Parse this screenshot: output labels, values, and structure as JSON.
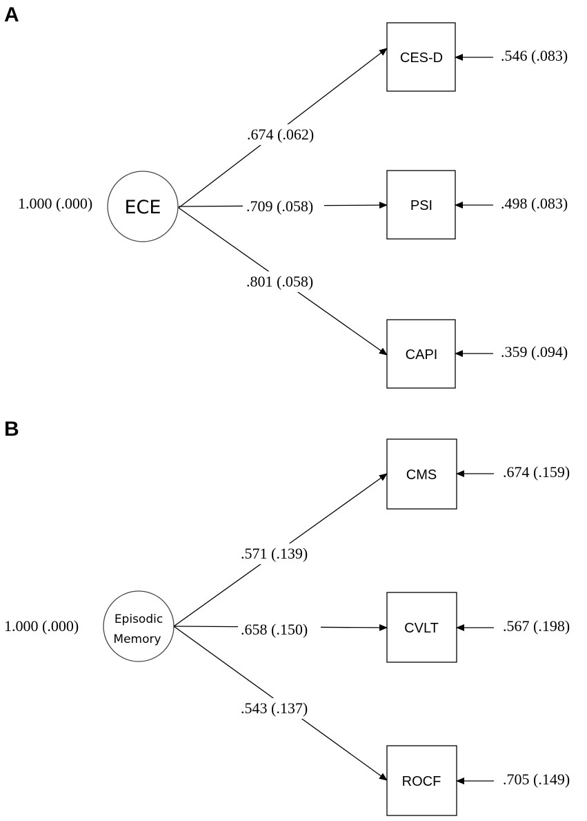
{
  "panels": [
    {
      "letter": "A",
      "latent": {
        "label": "ECE",
        "variance": "1.000 (.000)"
      },
      "indicators": [
        {
          "label": "CES-D",
          "loading": ".674 (.062)",
          "residual": ".546 (.083)"
        },
        {
          "label": "PSI",
          "loading": ".709 (.058)",
          "residual": ".498 (.083)"
        },
        {
          "label": "CAPI",
          "loading": ".801 (.058)",
          "residual": ".359 (.094)"
        }
      ]
    },
    {
      "letter": "B",
      "latent": {
        "label_line1": "Episodic",
        "label_line2": "Memory",
        "variance": "1.000 (.000)"
      },
      "indicators": [
        {
          "label": "CMS",
          "loading": ".571 (.139)",
          "residual": ".674 (.159)"
        },
        {
          "label": "CVLT",
          "loading": ".658 (.150)",
          "residual": ".567 (.198)"
        },
        {
          "label": "ROCF",
          "loading": ".543 (.137)",
          "residual": ".705 (.149)"
        }
      ]
    }
  ]
}
